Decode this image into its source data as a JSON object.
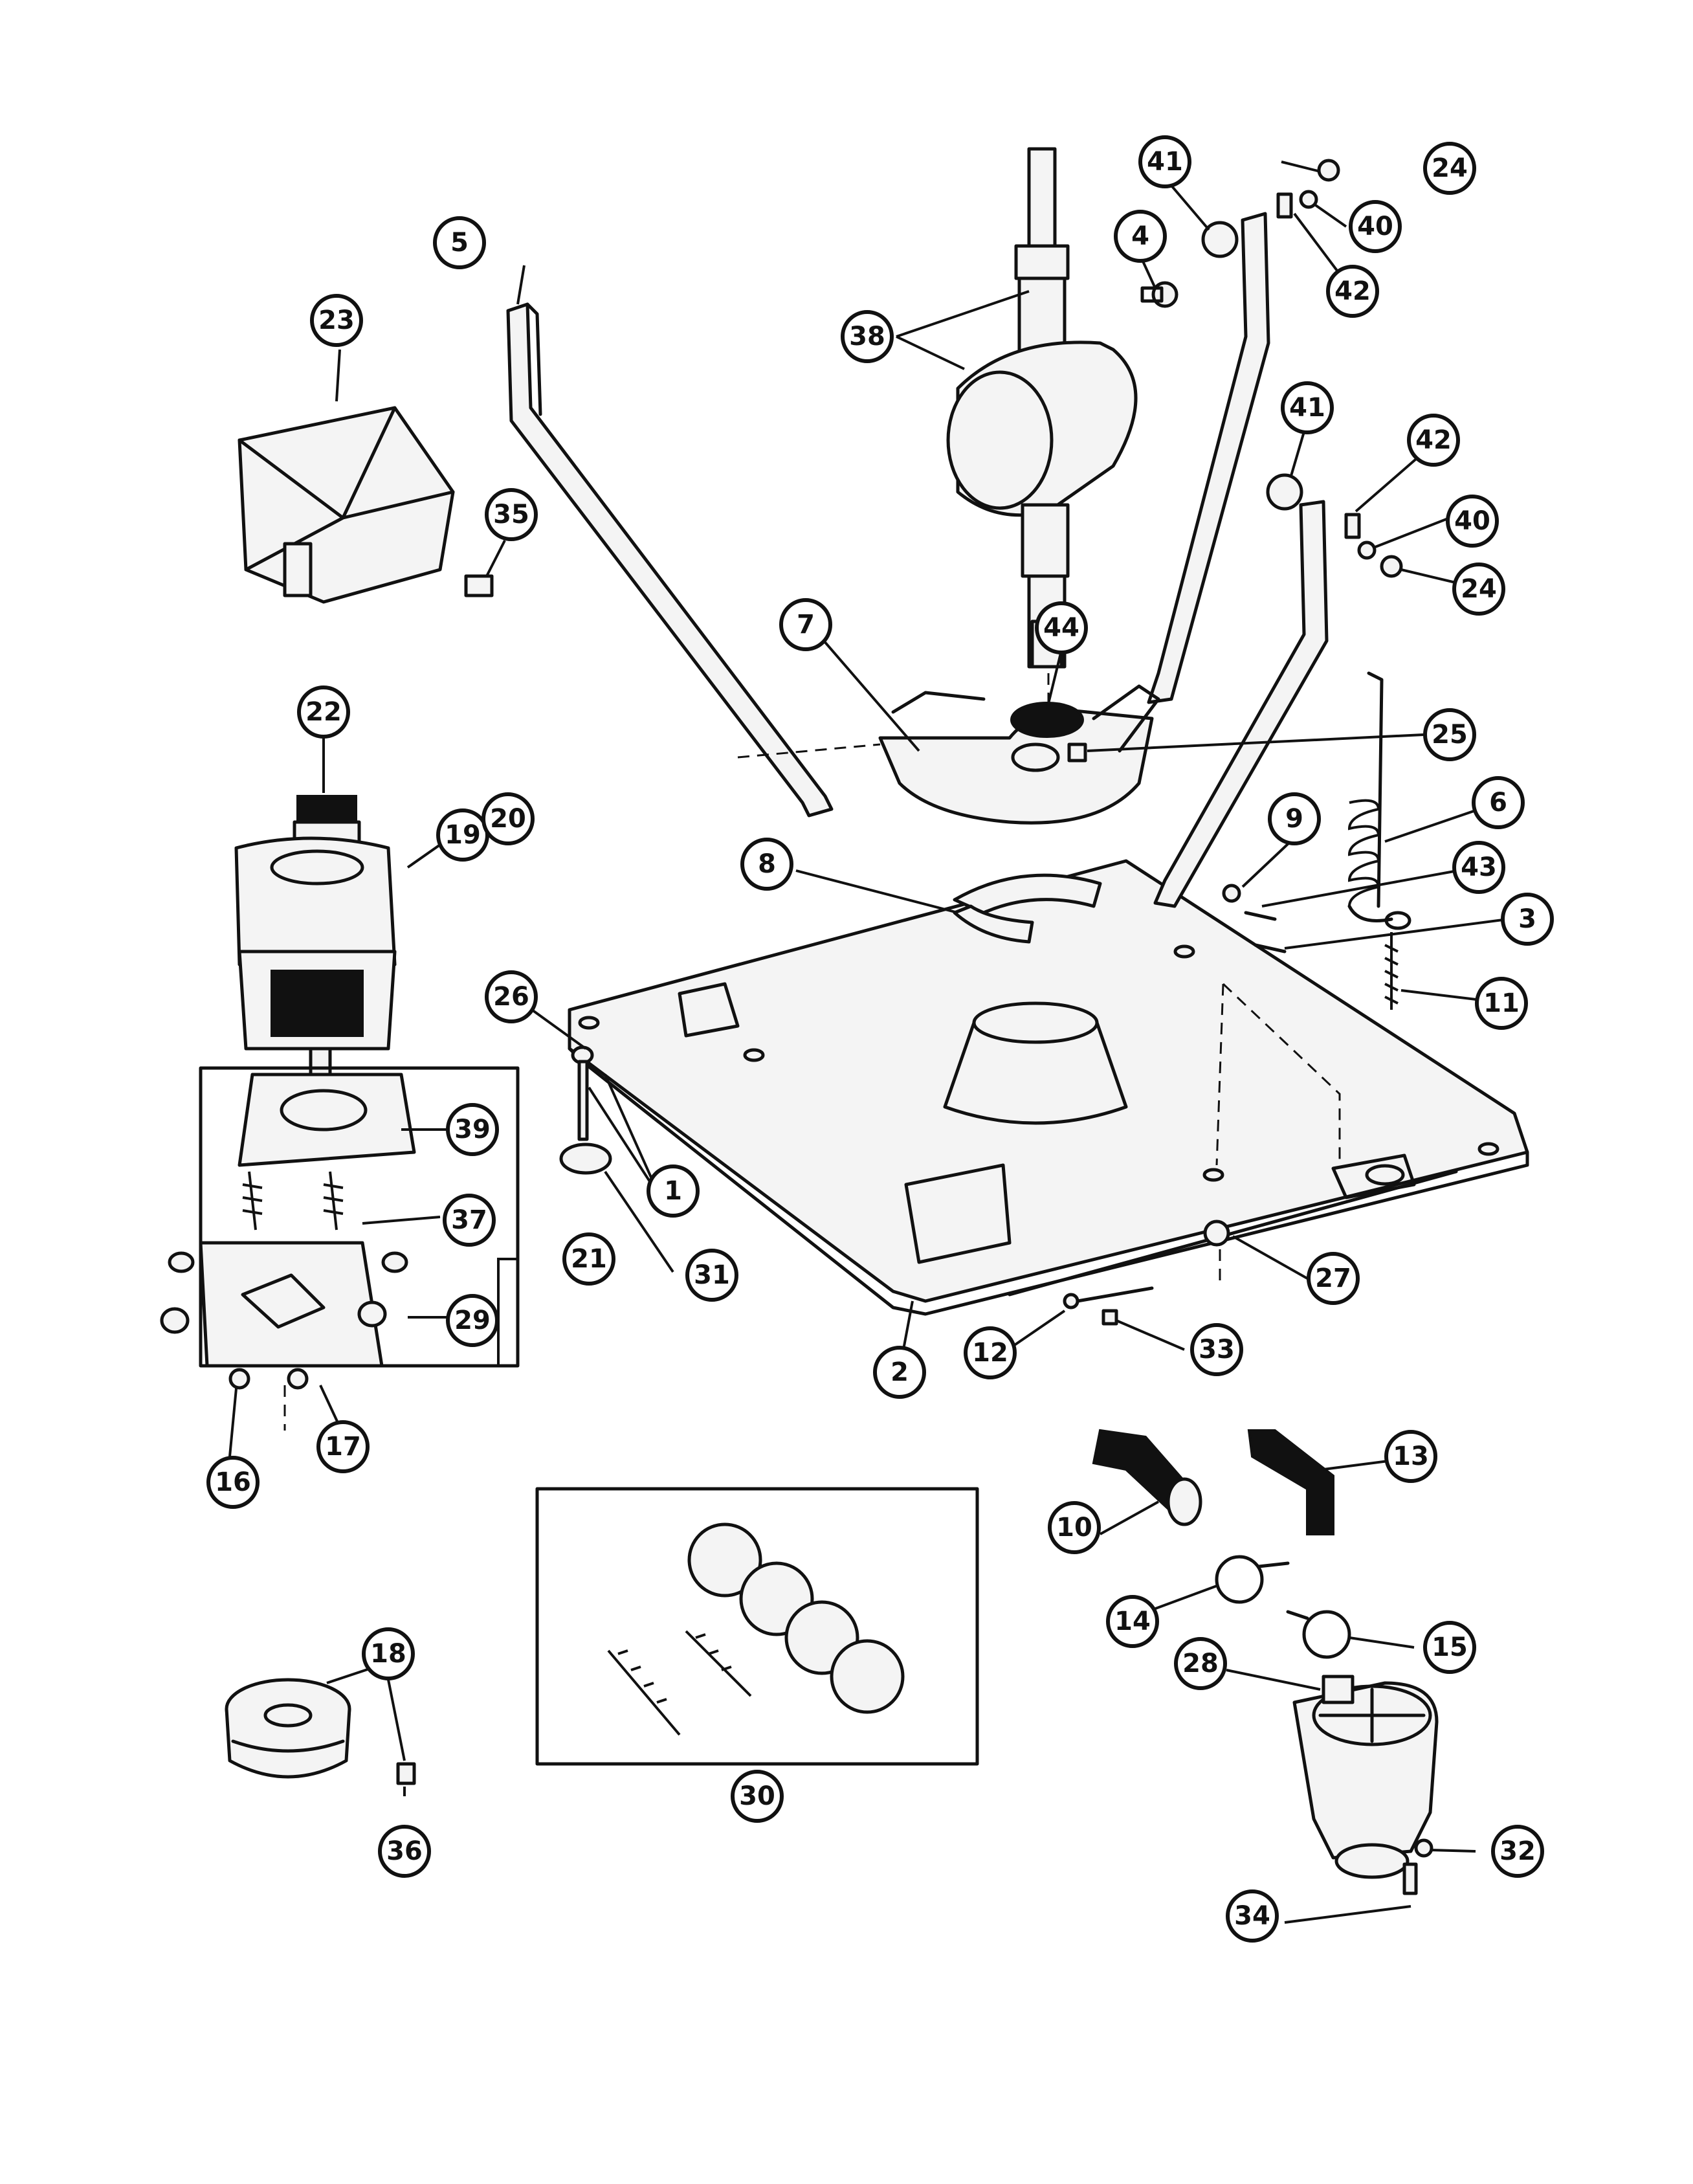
{
  "callouts": [
    {
      "id": "c1",
      "label": "1"
    },
    {
      "id": "c2",
      "label": "2"
    },
    {
      "id": "c3",
      "label": "3"
    },
    {
      "id": "c4",
      "label": "4"
    },
    {
      "id": "c5",
      "label": "5"
    },
    {
      "id": "c6",
      "label": "6"
    },
    {
      "id": "c7",
      "label": "7"
    },
    {
      "id": "c8",
      "label": "8"
    },
    {
      "id": "c9",
      "label": "9"
    },
    {
      "id": "c10",
      "label": "10"
    },
    {
      "id": "c11",
      "label": "11"
    },
    {
      "id": "c12",
      "label": "12"
    },
    {
      "id": "c13",
      "label": "13"
    },
    {
      "id": "c14",
      "label": "14"
    },
    {
      "id": "c15",
      "label": "15"
    },
    {
      "id": "c16",
      "label": "16"
    },
    {
      "id": "c17",
      "label": "17"
    },
    {
      "id": "c18",
      "label": "18"
    },
    {
      "id": "c19",
      "label": "19"
    },
    {
      "id": "c20",
      "label": "20"
    },
    {
      "id": "c21",
      "label": "21"
    },
    {
      "id": "c22",
      "label": "22"
    },
    {
      "id": "c23",
      "label": "23"
    },
    {
      "id": "c24a",
      "label": "24"
    },
    {
      "id": "c24b",
      "label": "24"
    },
    {
      "id": "c25",
      "label": "25"
    },
    {
      "id": "c26",
      "label": "26"
    },
    {
      "id": "c27",
      "label": "27"
    },
    {
      "id": "c28",
      "label": "28"
    },
    {
      "id": "c29",
      "label": "29"
    },
    {
      "id": "c30",
      "label": "30"
    },
    {
      "id": "c31",
      "label": "31"
    },
    {
      "id": "c32",
      "label": "32"
    },
    {
      "id": "c33",
      "label": "33"
    },
    {
      "id": "c34",
      "label": "34"
    },
    {
      "id": "c35",
      "label": "35"
    },
    {
      "id": "c36",
      "label": "36"
    },
    {
      "id": "c37",
      "label": "37"
    },
    {
      "id": "c38",
      "label": "38"
    },
    {
      "id": "c39",
      "label": "39"
    },
    {
      "id": "c40a",
      "label": "40"
    },
    {
      "id": "c40b",
      "label": "40"
    },
    {
      "id": "c41a",
      "label": "41"
    },
    {
      "id": "c41b",
      "label": "41"
    },
    {
      "id": "c42a",
      "label": "42"
    },
    {
      "id": "c42b",
      "label": "42"
    },
    {
      "id": "c43",
      "label": "43"
    },
    {
      "id": "c44",
      "label": "44"
    }
  ]
}
